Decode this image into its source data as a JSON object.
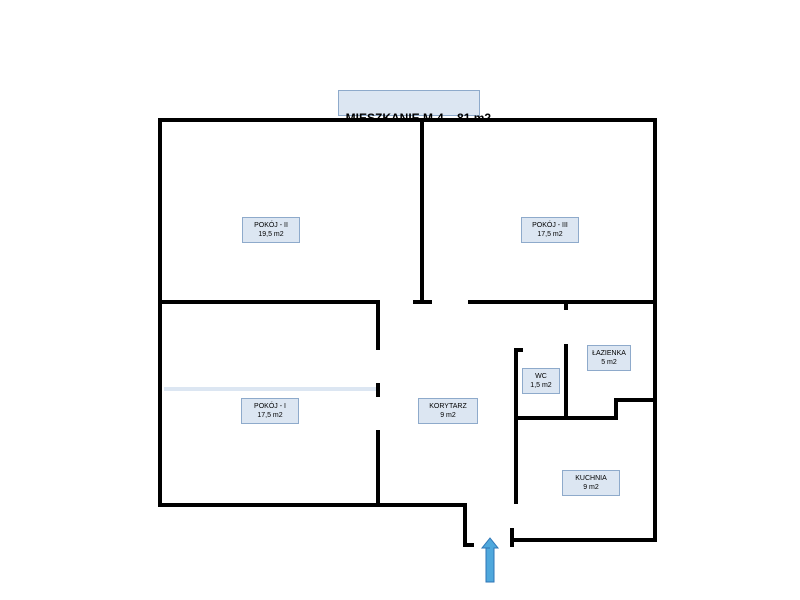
{
  "title": {
    "name": "MIESZKANIE M-4",
    "area": "81 m2"
  },
  "rooms": [
    {
      "name": "POKÓJ - II",
      "area": "19,5 m2"
    },
    {
      "name": "POKÓJ - III",
      "area": "17,5 m2"
    },
    {
      "name": "POKÓJ - I",
      "area": "17,5 m2"
    },
    {
      "name": "KORYTARZ",
      "area": "9 m2"
    },
    {
      "name": "WC",
      "area": "1,5 m2"
    },
    {
      "name": "ŁAZIENKA",
      "area": "5 m2"
    },
    {
      "name": "KUCHNIA",
      "area": "9 m2"
    }
  ],
  "colors": {
    "wall": "#000000",
    "label_fill": "#dce6f2",
    "label_border": "#8eaacb",
    "arrow": "#4fa8dc",
    "window": "#dce6f2"
  },
  "icons": {
    "entrance": "arrow-up-icon"
  }
}
